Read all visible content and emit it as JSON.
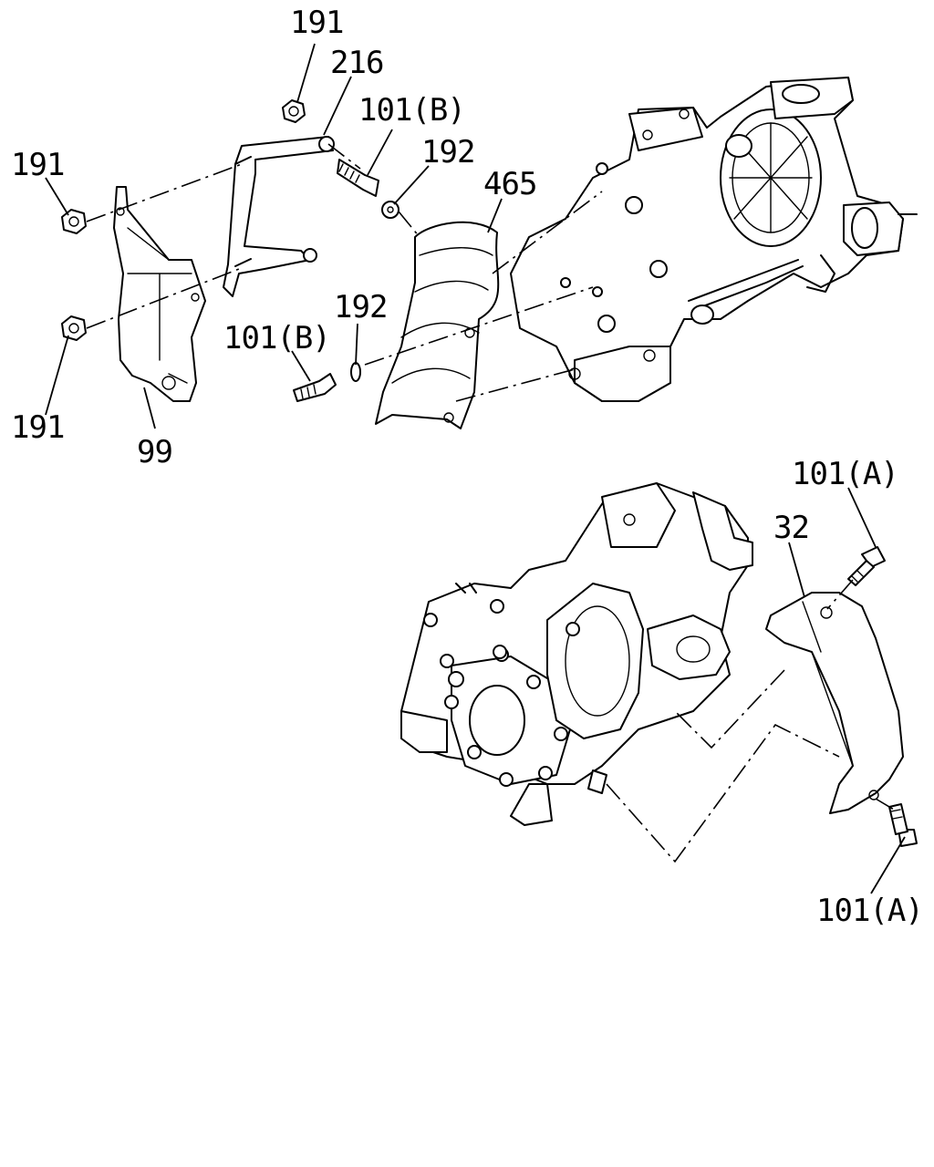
{
  "labels": {
    "l191_top": "191",
    "l216": "216",
    "l101b_top": "101(B)",
    "l192_top": "192",
    "l465": "465",
    "l191_left_top": "191",
    "l191_left_bottom": "191",
    "l99": "99",
    "l101b_mid": "101(B)",
    "l192_mid": "192",
    "l101a_top": "101(A)",
    "l32": "32",
    "l101a_bottom": "101(A)"
  }
}
